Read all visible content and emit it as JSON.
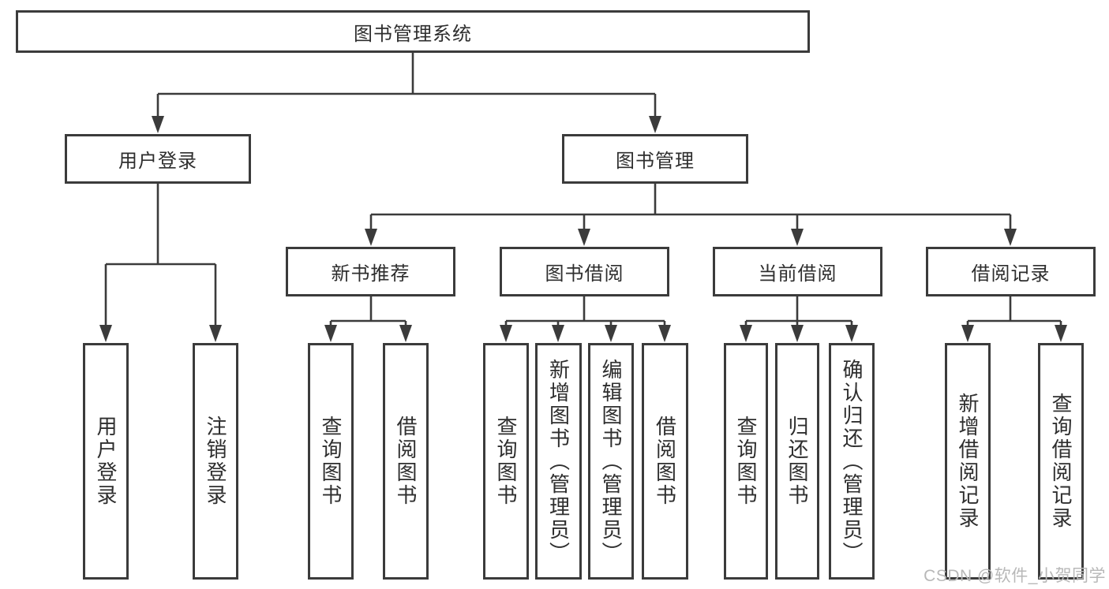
{
  "title": {
    "label": "图书管理系统"
  },
  "level1": {
    "user_login": {
      "label": "用户登录"
    },
    "book_mgmt": {
      "label": "图书管理"
    }
  },
  "level2": {
    "new_books": {
      "label": "新书推荐"
    },
    "book_borrow": {
      "label": "图书借阅"
    },
    "current_borrow": {
      "label": "当前借阅"
    },
    "borrow_records": {
      "label": "借阅记录"
    }
  },
  "leaves": {
    "user_login": [
      "用户登录",
      "注销登录"
    ],
    "new_books": [
      "查询图书",
      "借阅图书"
    ],
    "book_borrow": [
      "查询图书",
      "新增图书（管理员）",
      "编辑图书（管理员）",
      "借阅图书"
    ],
    "current_borrow": [
      "查询图书",
      "归还图书",
      "确认归还（管理员）"
    ],
    "borrow_records": [
      "新增借阅记录",
      "查询借阅记录"
    ]
  },
  "watermark": "CSDN @软件_小贺同学",
  "colors": {
    "line": "#3b3b3b",
    "text": "#2e2e2e",
    "watermark": "#b8b8b8",
    "background": "#ffffff"
  }
}
